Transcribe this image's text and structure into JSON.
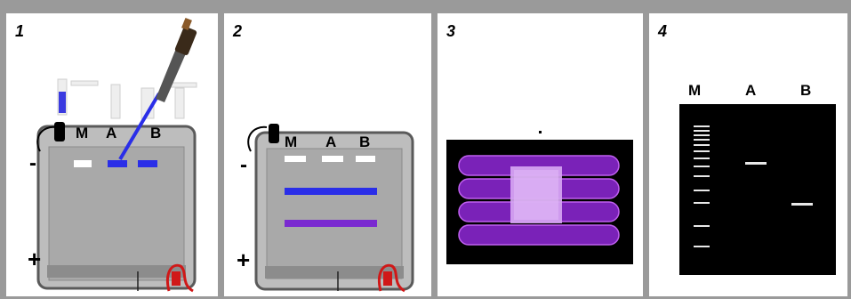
{
  "panels": [
    {
      "step": "1",
      "lanes": [
        "M",
        "A",
        "B"
      ],
      "poles": {
        "negative": "-",
        "positive": "+"
      }
    },
    {
      "step": "2",
      "lanes": [
        "M",
        "A",
        "B"
      ],
      "poles": {
        "negative": "-",
        "positive": "+"
      }
    },
    {
      "step": "3"
    },
    {
      "step": "4",
      "lanes": [
        "M",
        "A",
        "B"
      ]
    }
  ],
  "colors": {
    "border": "#9a9a9a",
    "tank": "#b8b8b8",
    "dye_blue": "#2a2ee8",
    "dye_purple": "#7a2ad0",
    "cable_red": "#d01818",
    "gel_black": "#000000"
  },
  "icons": [
    "pipette-icon",
    "electrode-cable-icon",
    "uv-transilluminator-icon"
  ]
}
